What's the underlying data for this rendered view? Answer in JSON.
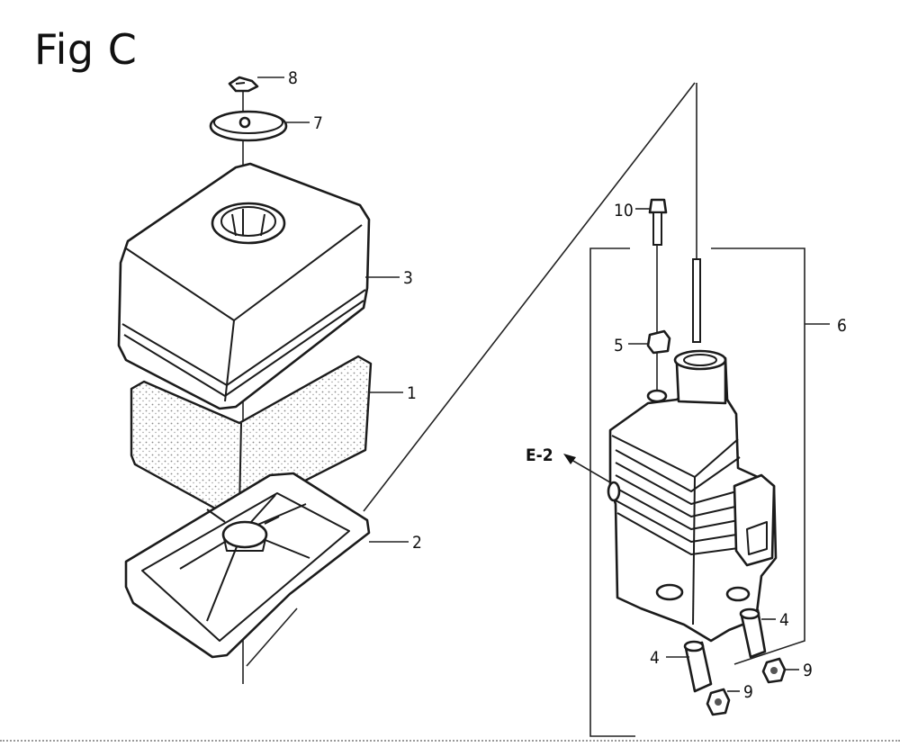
{
  "figure": {
    "title": "Fig C"
  },
  "callouts": {
    "c1": "1",
    "c2": "2",
    "c3": "3",
    "c4a": "4",
    "c4b": "4",
    "c5": "5",
    "c6": "6",
    "c7": "7",
    "c8": "8",
    "c9a": "9",
    "c9b": "9",
    "c10": "10"
  },
  "reference": {
    "label": "E-2"
  }
}
